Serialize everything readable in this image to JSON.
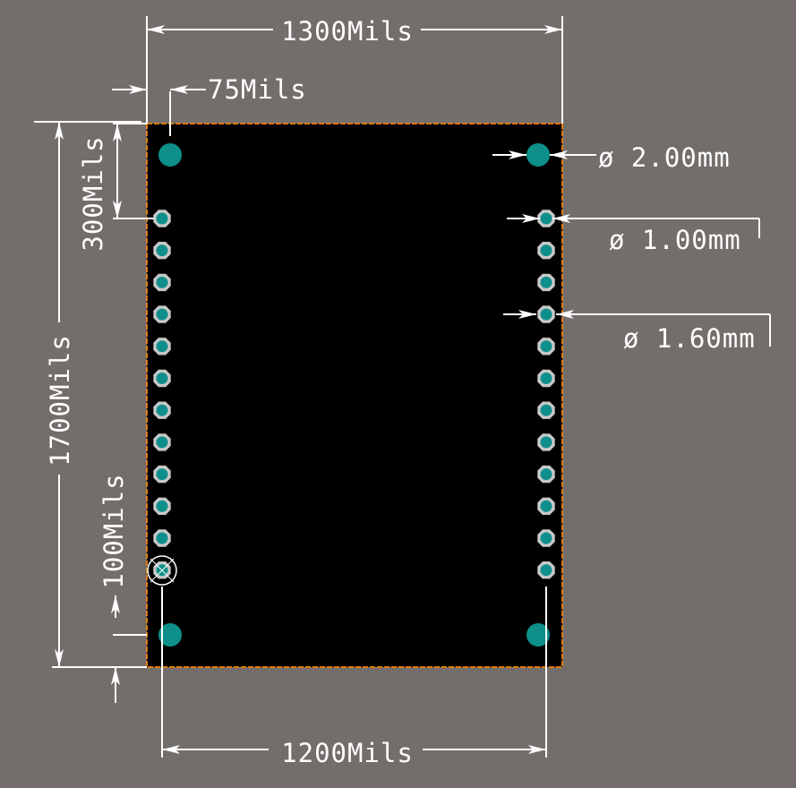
{
  "dimensions": {
    "width_top": "1300Mils",
    "edge_offset": "75Mils",
    "header_offset": "300Mils",
    "height_total": "1700Mils",
    "pin_pitch": "100Mils",
    "hole_spacing": "1200Mils"
  },
  "callouts": {
    "mount_hole_dia": "ø 2.00mm",
    "pin_drill_dia": "ø 1.00mm",
    "pad_dia": "ø 1.60mm"
  },
  "colors": {
    "background": "#736e6b",
    "board": "#000000",
    "board_outline": "#e07a10",
    "pad": "#c8c8c8",
    "drill": "#0f8f8a",
    "dimension": "#ffffff"
  },
  "pins_per_side": 12
}
